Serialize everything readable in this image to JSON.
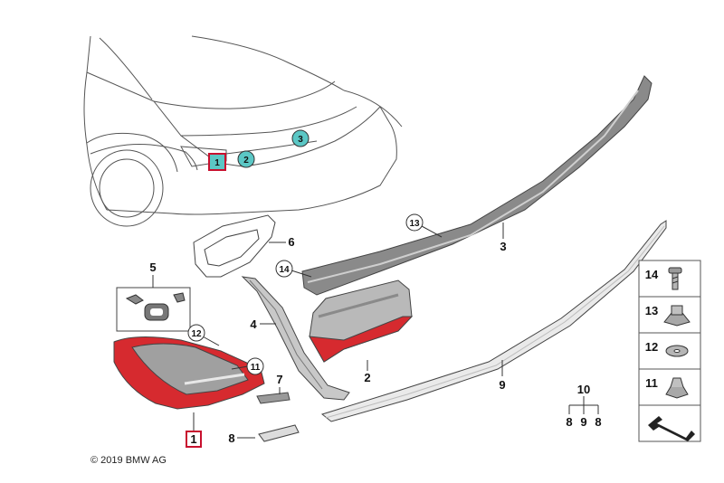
{
  "copyright": "© 2019 BMW AG",
  "car_markers": [
    {
      "number": "1",
      "style": "red-box"
    },
    {
      "number": "2",
      "style": "teal-circle"
    },
    {
      "number": "3",
      "style": "teal-circle"
    }
  ],
  "parts": [
    {
      "number": "1",
      "style": "red-box"
    },
    {
      "number": "2",
      "style": "plain"
    },
    {
      "number": "3",
      "style": "plain"
    },
    {
      "number": "4",
      "style": "plain"
    },
    {
      "number": "5",
      "style": "plain"
    },
    {
      "number": "6",
      "style": "plain"
    },
    {
      "number": "7",
      "style": "plain"
    },
    {
      "number": "8",
      "style": "plain"
    },
    {
      "number": "9",
      "style": "plain"
    },
    {
      "number": "10",
      "style": "plain"
    },
    {
      "number": "11",
      "style": "circle"
    },
    {
      "number": "12",
      "style": "circle"
    },
    {
      "number": "13",
      "style": "circle"
    },
    {
      "number": "14",
      "style": "circle"
    }
  ],
  "kit_10_items": [
    "8",
    "9",
    "8"
  ],
  "legend": [
    {
      "number": "14",
      "icon": "bolt-icon"
    },
    {
      "number": "13",
      "icon": "clip-nut-icon"
    },
    {
      "number": "12",
      "icon": "washer-icon"
    },
    {
      "number": "11",
      "icon": "hex-nut-icon"
    },
    {
      "number": "",
      "icon": "arrow-symbol-icon"
    }
  ],
  "colors": {
    "marker_teal": "#5bc7c5",
    "marker_red": "#c8102e",
    "lamp_red": "#d62a2f"
  }
}
